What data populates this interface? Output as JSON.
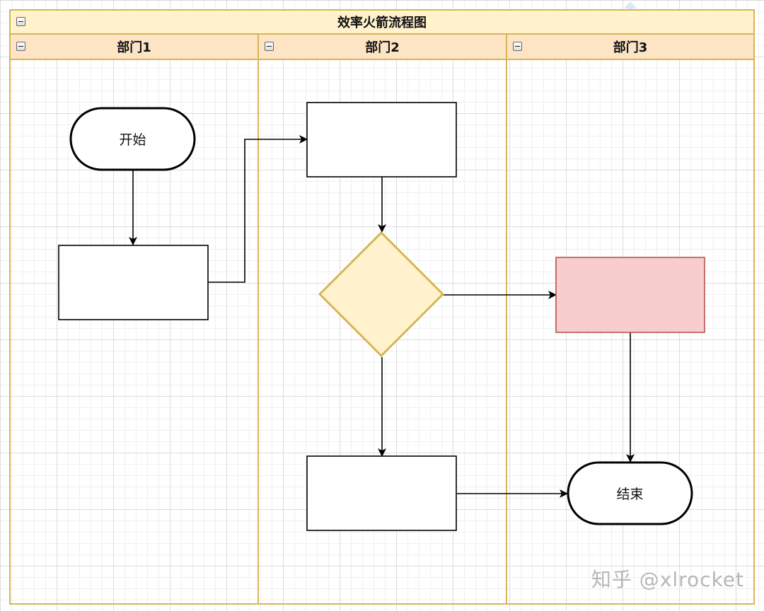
{
  "diagram": {
    "title": "效率火箭流程图",
    "lanes": [
      {
        "label": "部门1"
      },
      {
        "label": "部门2"
      },
      {
        "label": "部门3"
      }
    ],
    "nodes": {
      "start": {
        "label": "开始"
      },
      "end": {
        "label": "结束"
      }
    },
    "colors": {
      "border": "#d6b656",
      "pool_header": "#fff2cc",
      "lane_header": "#fce4c4",
      "decision_fill": "#fff2cc",
      "highlight_fill": "#f8cecc",
      "highlight_stroke": "#b85450"
    }
  },
  "watermark": "知乎 @xlrocket"
}
